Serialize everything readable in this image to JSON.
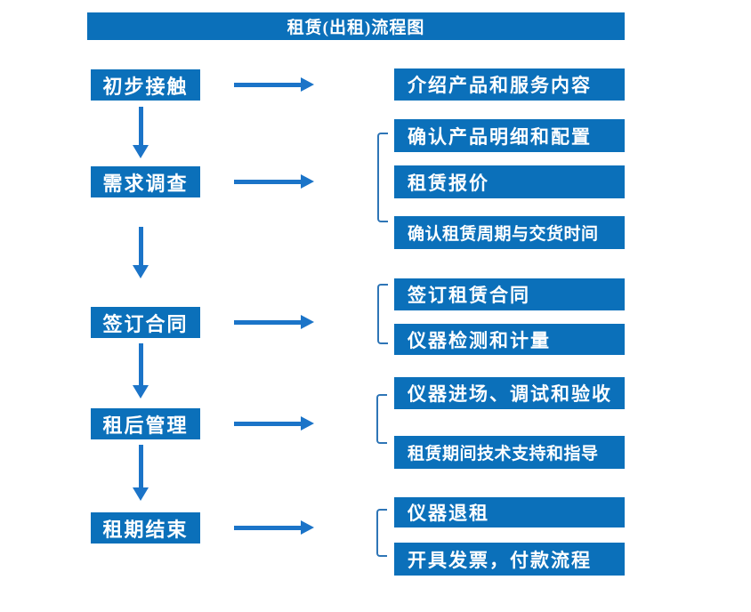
{
  "title": "租赁(出租)流程图",
  "colors": {
    "box_blue": "#0b70ba",
    "arrow_blue": "#1b74c8",
    "bracket_blue": "#2e75b6",
    "text_white": "#ffffff"
  },
  "flow": {
    "rows": [
      {
        "stage": "初步接触",
        "outputs": [
          "介绍产品和服务内容"
        ]
      },
      {
        "stage": "需求调查",
        "outputs": [
          "确认产品明细和配置",
          "租赁报价",
          "确认租赁周期与交货时间"
        ]
      },
      {
        "stage": "签订合同",
        "outputs": [
          "签订租赁合同",
          "仪器检测和计量"
        ]
      },
      {
        "stage": "租后管理",
        "outputs": [
          "仪器进场、调试和验收",
          "租赁期间技术支持和指导"
        ]
      },
      {
        "stage": "租期结束",
        "outputs": [
          "仪器退租",
          "开具发票，付款流程"
        ]
      }
    ]
  }
}
